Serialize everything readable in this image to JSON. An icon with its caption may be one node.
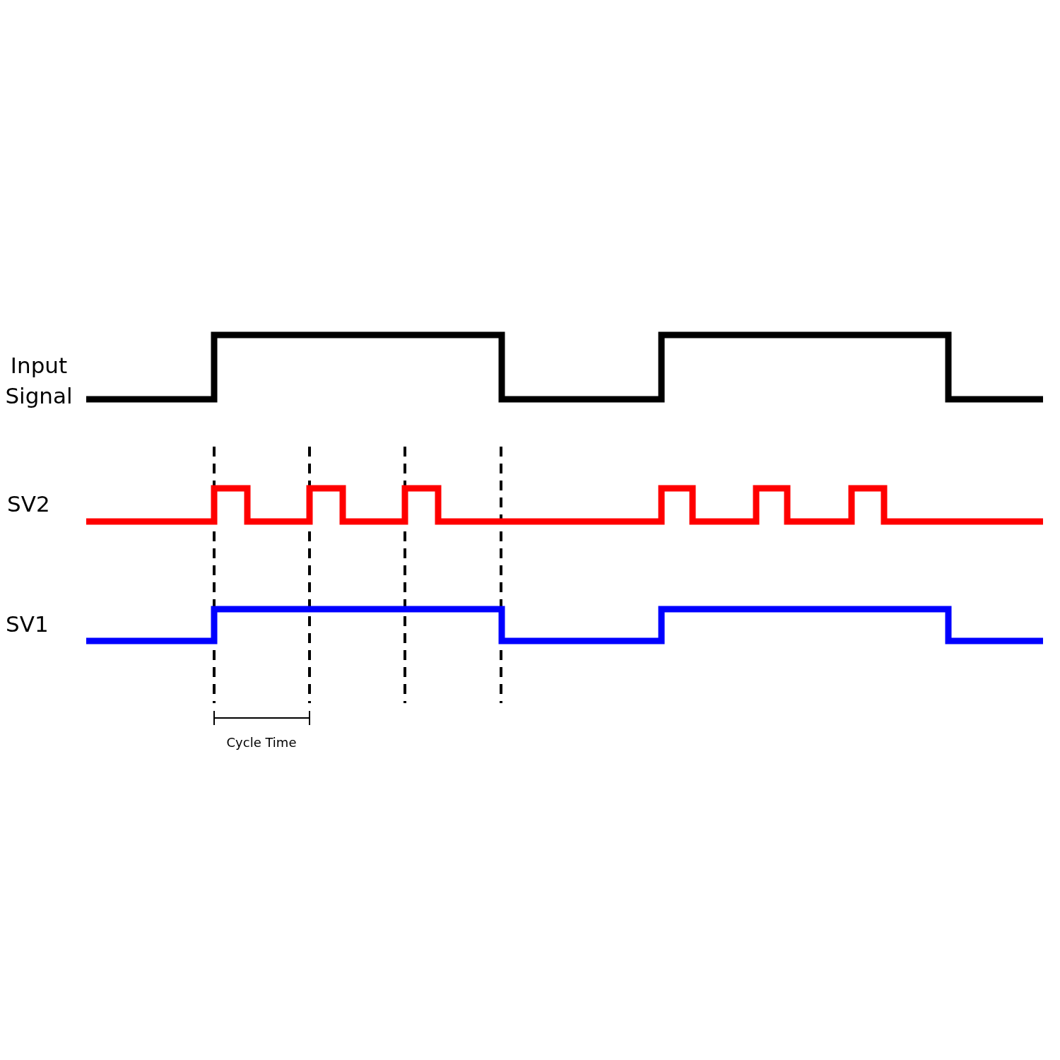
{
  "diagram": {
    "labels": [
      "Input Signal",
      "SV2",
      "SV1",
      "Cycle Time"
    ]
  }
}
